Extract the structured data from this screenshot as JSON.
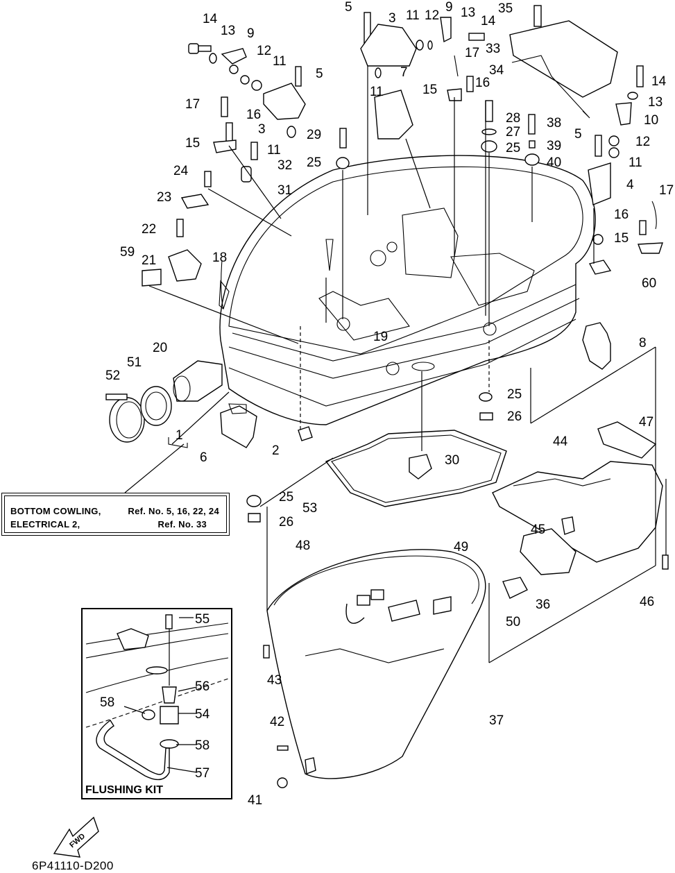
{
  "diagram": {
    "title": "Bottom Cowling exploded parts diagram",
    "drawing_number": "6P41110-D200",
    "direction_indicator": "FWD",
    "reference_box": {
      "rows": [
        {
          "name": "BOTTOM COWLING,",
          "ref": "Ref. No. 5, 16, 22, 24"
        },
        {
          "name": "ELECTRICAL 2,",
          "ref": "Ref. No. 33"
        }
      ]
    },
    "inset": {
      "title": "FLUSHING KIT",
      "callouts": [
        "55",
        "56",
        "58",
        "54",
        "58",
        "57"
      ]
    },
    "callouts": {
      "c1": "1",
      "c2": "2",
      "c3a": "3",
      "c3b": "3",
      "c4": "4",
      "c5a": "5",
      "c5b": "5",
      "c5c": "5",
      "c6": "6",
      "c7": "7",
      "c8": "8",
      "c9a": "9",
      "c9b": "9",
      "c10": "10",
      "c11a": "11",
      "c11b": "11",
      "c11c": "11",
      "c11d": "11",
      "c11e": "11",
      "c12a": "12",
      "c12b": "12",
      "c12c": "12",
      "c13a": "13",
      "c13b": "13",
      "c13c": "13",
      "c14a": "14",
      "c14b": "14",
      "c14c": "14",
      "c15a": "15",
      "c15b": "15",
      "c15c": "15",
      "c16a": "16",
      "c16b": "16",
      "c16c": "16",
      "c17a": "17",
      "c17b": "17",
      "c17c": "17",
      "c18": "18",
      "c19": "19",
      "c20": "20",
      "c21": "21",
      "c22": "22",
      "c23": "23",
      "c24": "24",
      "c25a": "25",
      "c25b": "25",
      "c25c": "25",
      "c25d": "25",
      "c26a": "26",
      "c26b": "26",
      "c27": "27",
      "c28": "28",
      "c29": "29",
      "c30": "30",
      "c31": "31",
      "c32": "32",
      "c33": "33",
      "c34": "34",
      "c35": "35",
      "c36": "36",
      "c37": "37",
      "c38": "38",
      "c39": "39",
      "c40": "40",
      "c41": "41",
      "c42": "42",
      "c43": "43",
      "c44": "44",
      "c45": "45",
      "c46": "46",
      "c47": "47",
      "c48": "48",
      "c49": "49",
      "c50": "50",
      "c51": "51",
      "c52": "52",
      "c53": "53",
      "c59": "59",
      "c60": "60"
    }
  }
}
